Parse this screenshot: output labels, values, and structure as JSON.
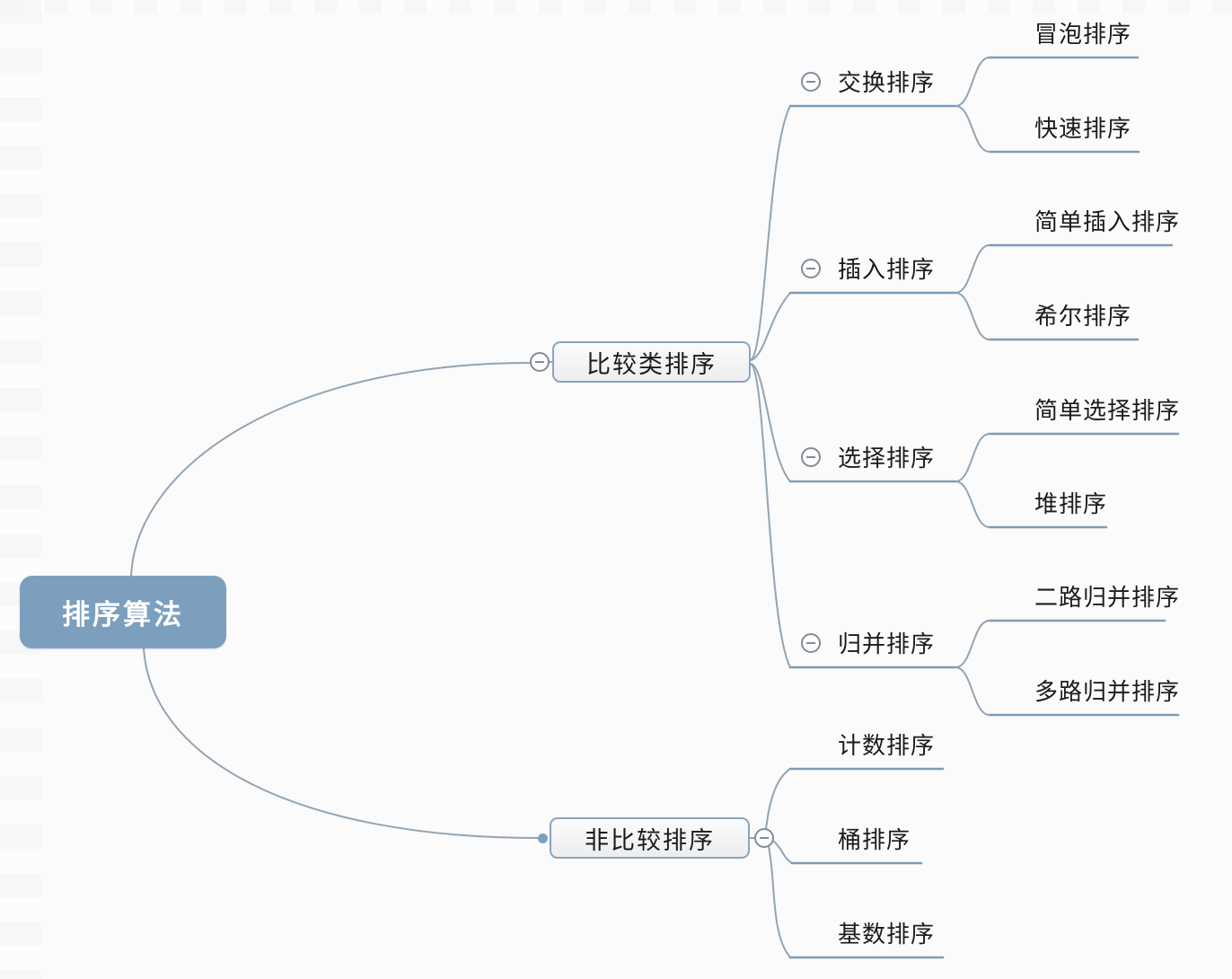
{
  "root": {
    "label": "排序算法"
  },
  "branches": [
    {
      "label": "比较类排序",
      "children": [
        {
          "label": "交换排序",
          "children": [
            {
              "label": "冒泡排序"
            },
            {
              "label": "快速排序"
            }
          ]
        },
        {
          "label": "插入排序",
          "children": [
            {
              "label": "简单插入排序"
            },
            {
              "label": "希尔排序"
            }
          ]
        },
        {
          "label": "选择排序",
          "children": [
            {
              "label": "简单选择排序"
            },
            {
              "label": "堆排序"
            }
          ]
        },
        {
          "label": "归并排序",
          "children": [
            {
              "label": "二路归并排序"
            },
            {
              "label": "多路归并排序"
            }
          ]
        }
      ]
    },
    {
      "label": "非比较排序",
      "children": [
        {
          "label": "计数排序"
        },
        {
          "label": "桶排序"
        },
        {
          "label": "基数排序"
        }
      ]
    }
  ],
  "icons": {
    "collapse": "minus-circle",
    "attach_point": "dot"
  },
  "colors": {
    "background": "#fbfbfb",
    "root_fill": "#7d9fbe",
    "root_text": "#ffffff",
    "box_border": "#87a5c0",
    "box_fill": "#f3f4f5",
    "line": "#93a4b2",
    "underline": "#7e9cb8",
    "text": "#1b1b1b"
  }
}
